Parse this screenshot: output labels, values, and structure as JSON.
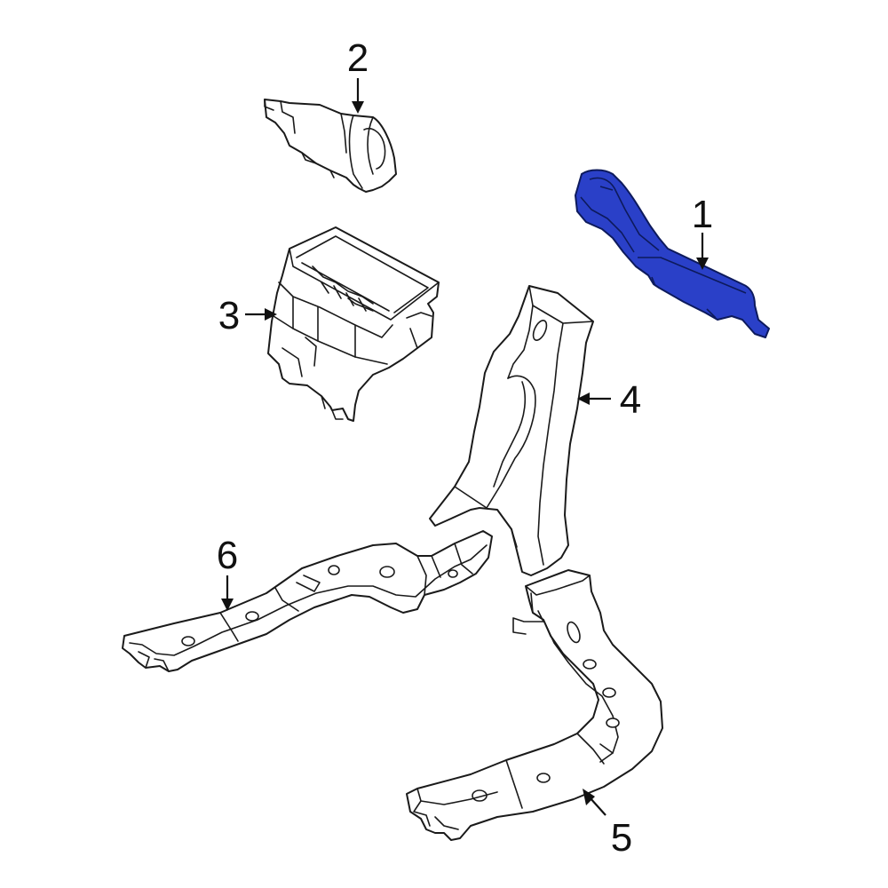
{
  "diagram": {
    "highlight_color": "#2a40c8",
    "callouts": [
      {
        "id": "1",
        "label": "1"
      },
      {
        "id": "2",
        "label": "2"
      },
      {
        "id": "3",
        "label": "3"
      },
      {
        "id": "4",
        "label": "4"
      },
      {
        "id": "5",
        "label": "5"
      },
      {
        "id": "6",
        "label": "6"
      }
    ]
  }
}
